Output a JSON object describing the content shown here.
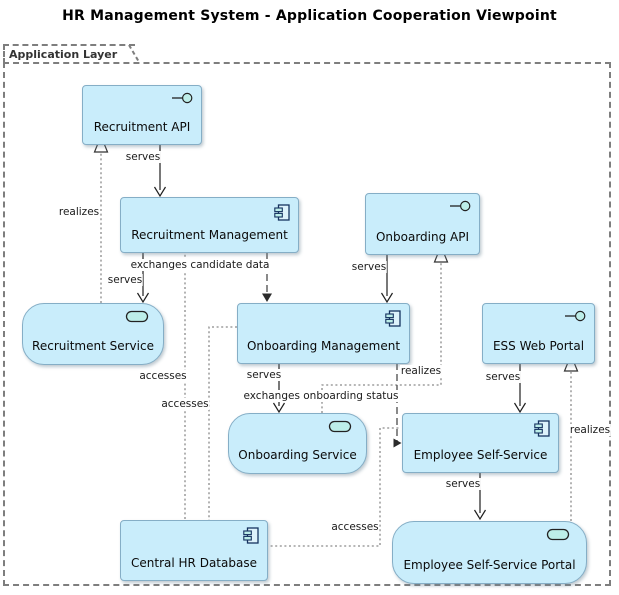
{
  "title": "HR Management System - Application Cooperation Viewpoint",
  "group": {
    "label": "Application Layer"
  },
  "colors": {
    "node_fill": "#c9edfb",
    "node_border": "#85aec6",
    "icon_fill": "#bdeee9",
    "group_border": "#7e7e7e",
    "line": "#1f1f1f",
    "dotted_line": "#8a8a8a"
  },
  "nodes": [
    {
      "id": "recruitment-api",
      "label": "Recruitment API",
      "type": "application-interface",
      "icon": "interface-lollipop-icon"
    },
    {
      "id": "recruitment-management",
      "label": "Recruitment Management",
      "type": "application-component",
      "icon": "component-icon"
    },
    {
      "id": "onboarding-api",
      "label": "Onboarding API",
      "type": "application-interface",
      "icon": "interface-lollipop-icon"
    },
    {
      "id": "recruitment-service",
      "label": "Recruitment Service",
      "type": "application-service",
      "icon": "service-icon"
    },
    {
      "id": "onboarding-management",
      "label": "Onboarding Management",
      "type": "application-component",
      "icon": "component-icon"
    },
    {
      "id": "ess-web-portal",
      "label": "ESS Web Portal",
      "type": "application-interface",
      "icon": "interface-lollipop-icon"
    },
    {
      "id": "onboarding-service",
      "label": "Onboarding Service",
      "type": "application-service",
      "icon": "service-icon"
    },
    {
      "id": "employee-self-service",
      "label": "Employee Self-Service",
      "type": "application-component",
      "icon": "component-icon"
    },
    {
      "id": "central-hr-database",
      "label": "Central HR Database",
      "type": "application-component",
      "icon": "component-icon"
    },
    {
      "id": "employee-self-service-portal",
      "label": "Employee Self-Service Portal",
      "type": "application-service",
      "icon": "service-icon"
    }
  ],
  "edges": [
    {
      "label": "serves",
      "type": "serving",
      "from": "Recruitment API",
      "to": "Recruitment Management"
    },
    {
      "label": "realizes",
      "type": "realization",
      "from": "Recruitment Service",
      "to": "Recruitment API"
    },
    {
      "label": "serves",
      "type": "serving",
      "from": "Recruitment Management",
      "to": "Recruitment Service"
    },
    {
      "label": "exchanges candidate data",
      "type": "flow",
      "from": "Recruitment Management",
      "to": "Onboarding Management"
    },
    {
      "label": "accesses",
      "type": "access",
      "from": "Recruitment Management",
      "to": "Central HR Database"
    },
    {
      "label": "accesses",
      "type": "access",
      "from": "Onboarding Management",
      "to": "Central HR Database"
    },
    {
      "label": "serves",
      "type": "serving",
      "from": "Onboarding API",
      "to": "Onboarding Management"
    },
    {
      "label": "realizes",
      "type": "realization",
      "from": "Onboarding Service",
      "to": "Onboarding API"
    },
    {
      "label": "serves",
      "type": "serving",
      "from": "Onboarding Management",
      "to": "Onboarding Service"
    },
    {
      "label": "exchanges onboarding status",
      "type": "flow",
      "from": "Onboarding Management",
      "to": "Employee Self-Service"
    },
    {
      "label": "serves",
      "type": "serving",
      "from": "ESS Web Portal",
      "to": "Employee Self-Service"
    },
    {
      "label": "realizes",
      "type": "realization",
      "from": "Employee Self-Service Portal",
      "to": "ESS Web Portal"
    },
    {
      "label": "serves",
      "type": "serving",
      "from": "Employee Self-Service",
      "to": "Employee Self-Service Portal"
    },
    {
      "label": "accesses",
      "type": "access",
      "from": "Central HR Database",
      "to": "Employee Self-Service"
    }
  ]
}
